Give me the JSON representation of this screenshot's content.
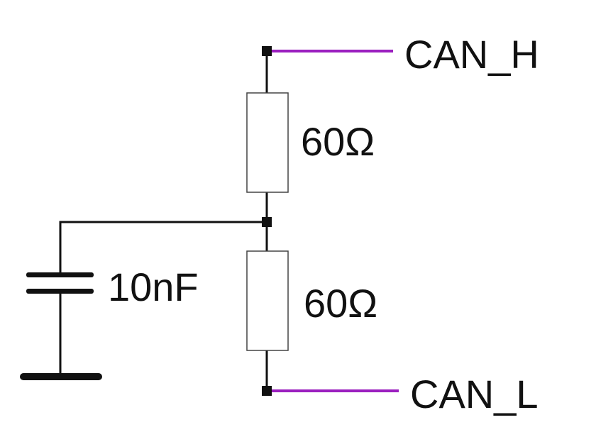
{
  "labels": {
    "can_h": "CAN_H",
    "can_l": "CAN_L",
    "resistor_top": "60Ω",
    "resistor_bottom": "60Ω",
    "capacitor": "10nF"
  },
  "colors": {
    "wire": "#111111",
    "bus_line": "#9b1fbf",
    "resistor_fill": "#ffffff",
    "resistor_stroke": "#444444"
  }
}
